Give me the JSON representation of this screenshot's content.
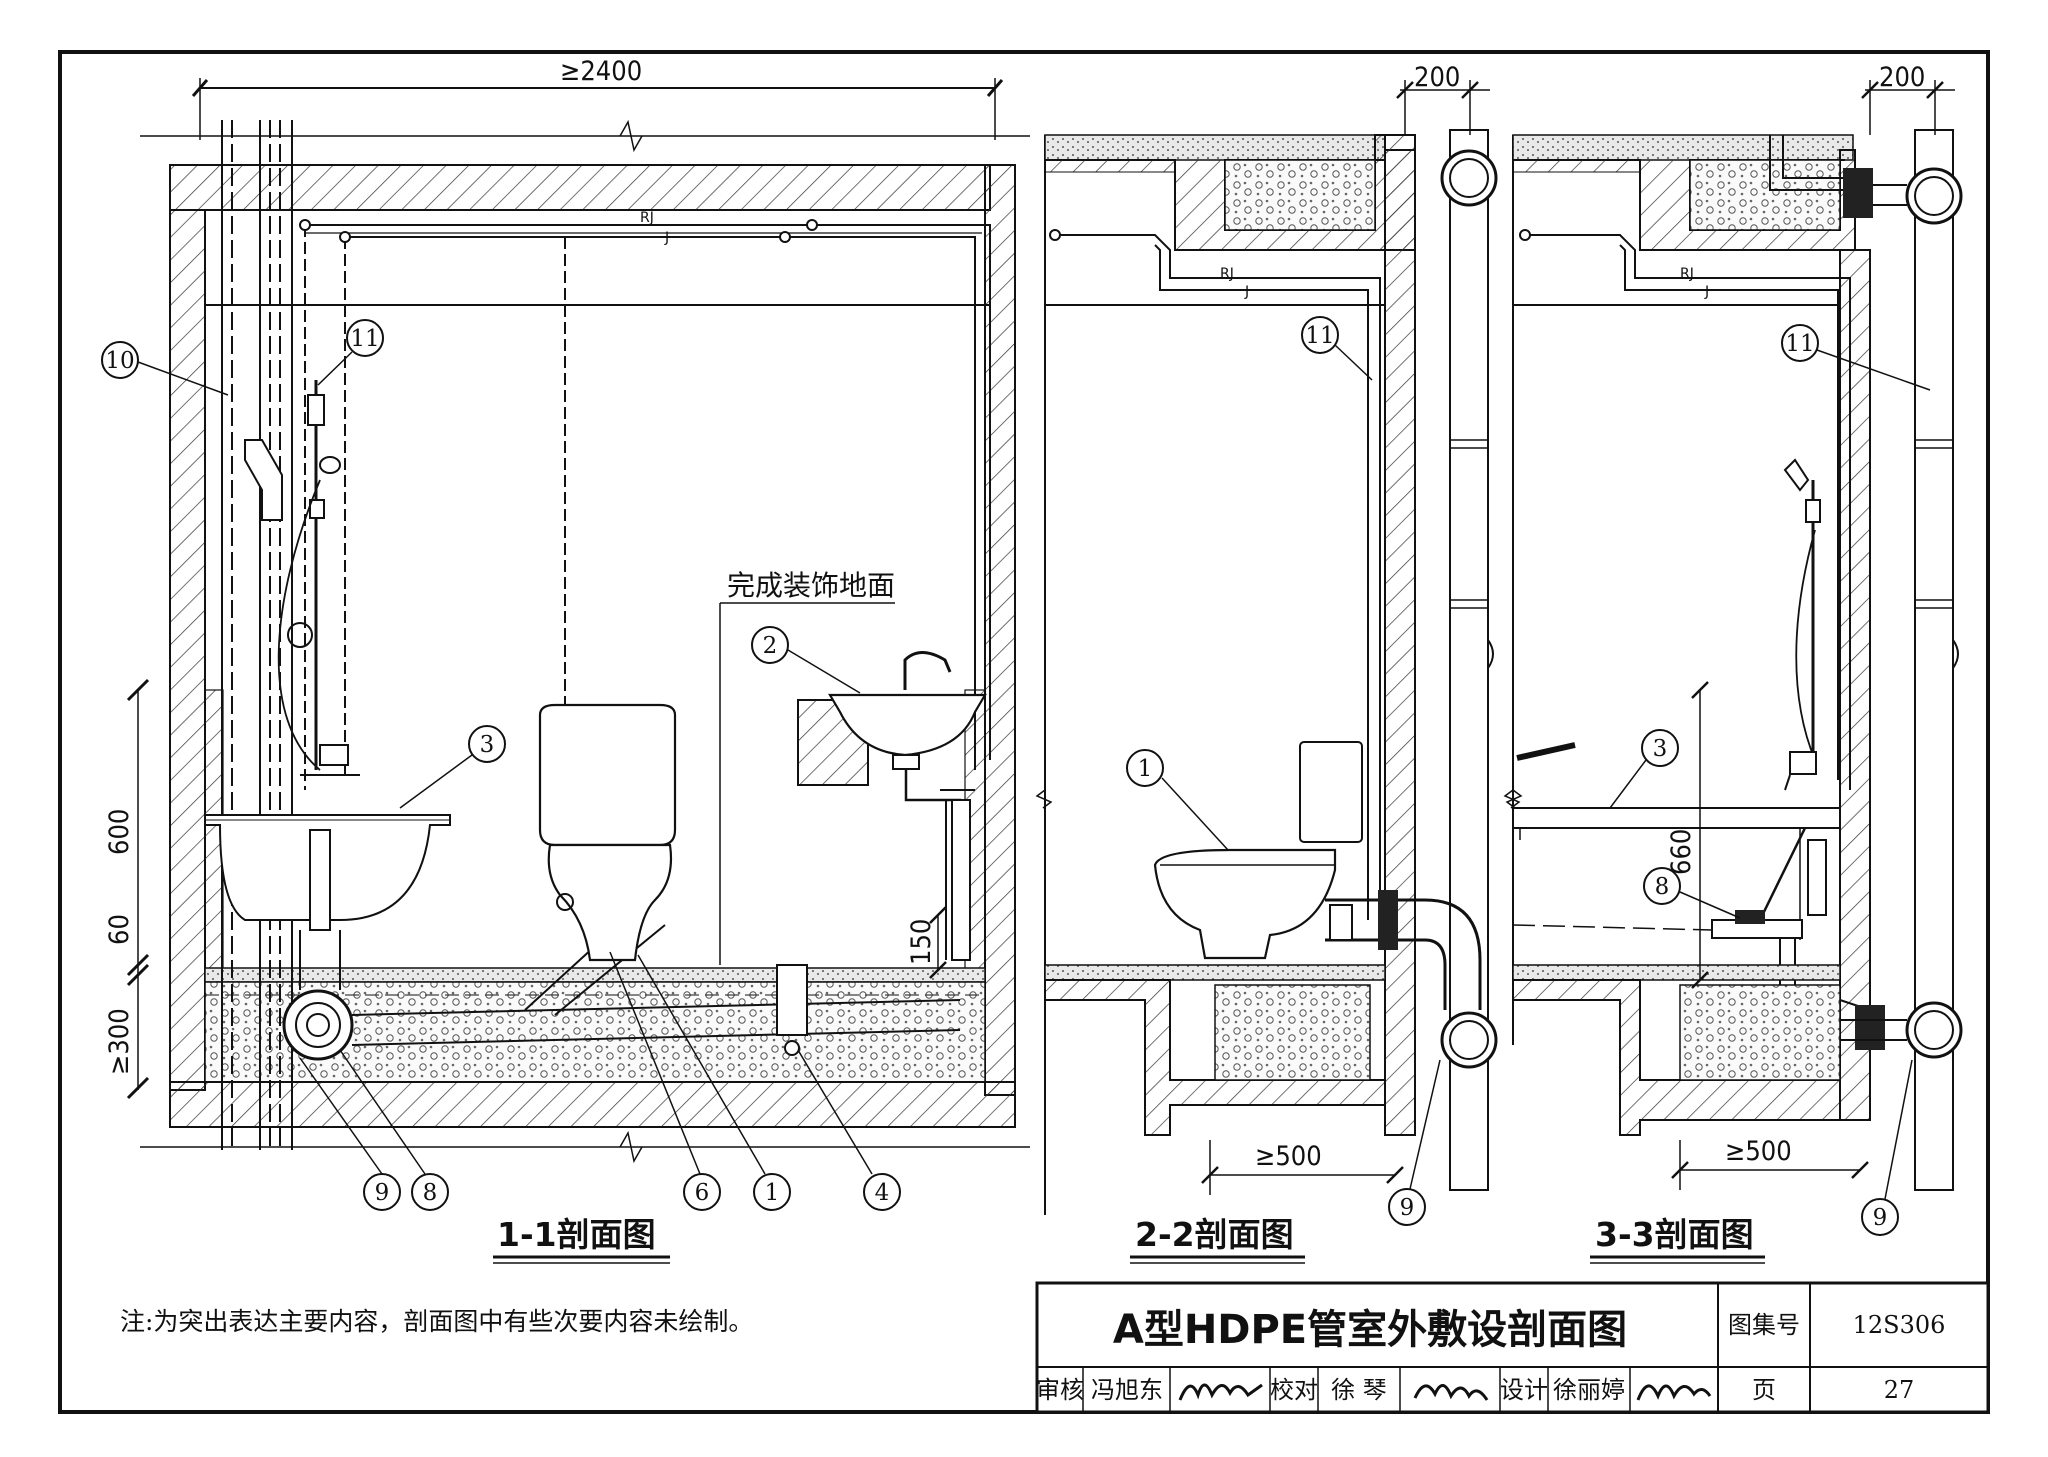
{
  "dimensions": {
    "top_width": "≥2400",
    "top_200_a": "200",
    "top_200_b": "200",
    "h600": "600",
    "h60": "60",
    "h300": "≥300",
    "h150": "150",
    "h660": "660",
    "w500_a": "≥500",
    "w500_b": "≥500"
  },
  "annotations": {
    "finished_floor": "完成装饰地面",
    "pipe_rj": "RJ",
    "pipe_j": "J"
  },
  "sections": {
    "s1": "1-1剖面图",
    "s2": "2-2剖面图",
    "s3": "3-3剖面图"
  },
  "callouts": {
    "c1": "1",
    "c2": "2",
    "c3": "3",
    "c4": "4",
    "c6": "6",
    "c8": "8",
    "c9": "9",
    "c10": "10",
    "c11": "11"
  },
  "note": "注:为突出表达主要内容，剖面图中有些次要内容未绘制。",
  "title_block": {
    "title": "A型HDPE管室外敷设剖面图",
    "atlas_label": "图集号",
    "atlas_no": "12S306",
    "review_label": "审核",
    "review_name": "冯旭东",
    "check_label": "校对",
    "check_name": "徐 琴",
    "design_label": "设计",
    "design_name": "徐丽婷",
    "page_label": "页",
    "page_no": "27"
  }
}
